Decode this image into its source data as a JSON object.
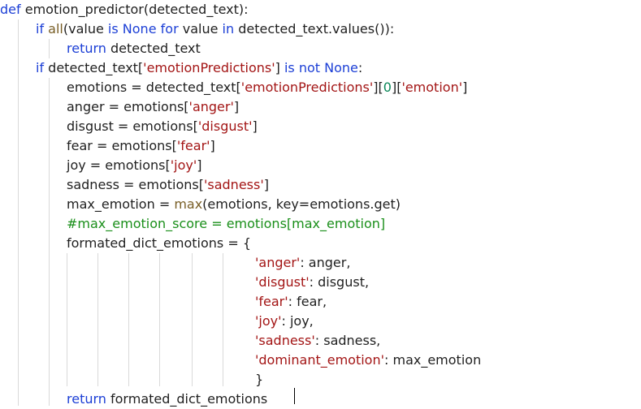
{
  "code": {
    "lines": [
      {
        "indent": 0,
        "tokens": [
          {
            "t": "def",
            "c": "kw"
          },
          {
            "t": " "
          },
          {
            "t": "emotion_predictor",
            "c": "fn"
          },
          {
            "t": "("
          },
          {
            "t": "detected_text"
          },
          {
            "t": "):"
          }
        ]
      },
      {
        "indent": 44,
        "tokens": [
          {
            "t": "if",
            "c": "kw"
          },
          {
            "t": " "
          },
          {
            "t": "all",
            "c": "bi"
          },
          {
            "t": "("
          },
          {
            "t": "value "
          },
          {
            "t": "is",
            "c": "kw"
          },
          {
            "t": " "
          },
          {
            "t": "None",
            "c": "kw"
          },
          {
            "t": " "
          },
          {
            "t": "for",
            "c": "kw"
          },
          {
            "t": " value "
          },
          {
            "t": "in",
            "c": "kw"
          },
          {
            "t": " detected_text.values()):"
          }
        ]
      },
      {
        "indent": 82,
        "tokens": [
          {
            "t": "return",
            "c": "kw"
          },
          {
            "t": " detected_text"
          }
        ]
      },
      {
        "indent": 44,
        "tokens": [
          {
            "t": "if",
            "c": "kw"
          },
          {
            "t": " detected_text["
          },
          {
            "t": "'emotionPredictions'",
            "c": "str"
          },
          {
            "t": "] "
          },
          {
            "t": "is not",
            "c": "kw"
          },
          {
            "t": " "
          },
          {
            "t": "None",
            "c": "kw"
          },
          {
            "t": ":"
          }
        ]
      },
      {
        "indent": 82,
        "tokens": [
          {
            "t": "emotions = detected_text["
          },
          {
            "t": "'emotionPredictions'",
            "c": "str"
          },
          {
            "t": "]["
          },
          {
            "t": "0",
            "c": "num"
          },
          {
            "t": "]["
          },
          {
            "t": "'emotion'",
            "c": "str"
          },
          {
            "t": "]"
          }
        ]
      },
      {
        "indent": 82,
        "tokens": [
          {
            "t": "anger = emotions["
          },
          {
            "t": "'anger'",
            "c": "str"
          },
          {
            "t": "]"
          }
        ]
      },
      {
        "indent": 82,
        "tokens": [
          {
            "t": "disgust = emotions["
          },
          {
            "t": "'disgust'",
            "c": "str"
          },
          {
            "t": "]"
          }
        ]
      },
      {
        "indent": 82,
        "tokens": [
          {
            "t": "fear = emotions["
          },
          {
            "t": "'fear'",
            "c": "str"
          },
          {
            "t": "]"
          }
        ]
      },
      {
        "indent": 82,
        "tokens": [
          {
            "t": "joy = emotions["
          },
          {
            "t": "'joy'",
            "c": "str"
          },
          {
            "t": "]"
          }
        ]
      },
      {
        "indent": 82,
        "tokens": [
          {
            "t": "sadness = emotions["
          },
          {
            "t": "'sadness'",
            "c": "str"
          },
          {
            "t": "]"
          }
        ]
      },
      {
        "indent": 82,
        "tokens": [
          {
            "t": "max_emotion = "
          },
          {
            "t": "max",
            "c": "bi"
          },
          {
            "t": "(emotions, key=emotions.get)"
          }
        ]
      },
      {
        "indent": 82,
        "tokens": [
          {
            "t": "#max_emotion_score = emotions[max_emotion]",
            "c": "cm"
          }
        ]
      },
      {
        "indent": 82,
        "tokens": [
          {
            "t": "formated_dict_emotions = {"
          }
        ]
      },
      {
        "indent": 314,
        "tokens": [
          {
            "t": "'anger'",
            "c": "str"
          },
          {
            "t": ": anger,"
          }
        ]
      },
      {
        "indent": 314,
        "tokens": [
          {
            "t": "'disgust'",
            "c": "str"
          },
          {
            "t": ": disgust,"
          }
        ]
      },
      {
        "indent": 314,
        "tokens": [
          {
            "t": "'fear'",
            "c": "str"
          },
          {
            "t": ": fear,"
          }
        ]
      },
      {
        "indent": 314,
        "tokens": [
          {
            "t": "'joy'",
            "c": "str"
          },
          {
            "t": ": joy,"
          }
        ]
      },
      {
        "indent": 314,
        "tokens": [
          {
            "t": "'sadness'",
            "c": "str"
          },
          {
            "t": ": sadness,"
          }
        ]
      },
      {
        "indent": 314,
        "tokens": [
          {
            "t": "'dominant_emotion'",
            "c": "str"
          },
          {
            "t": ": max_emotion"
          }
        ]
      },
      {
        "indent": 314,
        "tokens": [
          {
            "t": "}"
          }
        ]
      },
      {
        "indent": 82,
        "tokens": [
          {
            "t": "return",
            "c": "kw"
          },
          {
            "t": " formated_dict_emotions"
          }
        ]
      }
    ]
  }
}
